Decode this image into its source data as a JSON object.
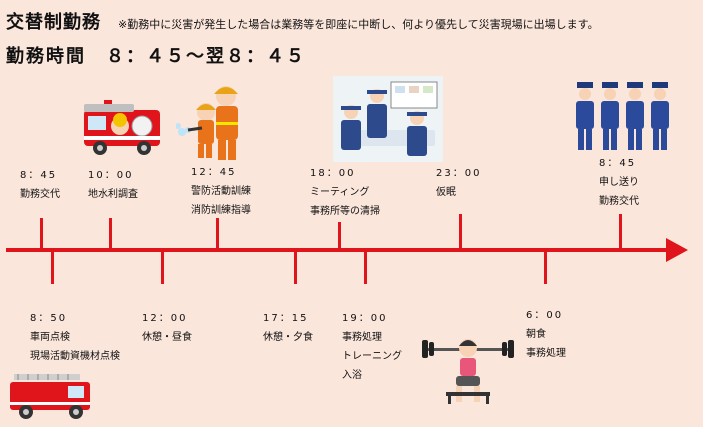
{
  "header": {
    "title": "交替制勤務",
    "note": "※勤務中に災害が発生した場合は業務等を即座に中断し、何より優先して災害現場に出場します。",
    "hours": "勤務時間　８：４５～翌８：４５"
  },
  "timeline": {
    "line_color": "#e0141b",
    "above": [
      {
        "time": "8：45",
        "lines": [
          "勤務交代"
        ]
      },
      {
        "time": "10：00",
        "lines": [
          "地水利調査"
        ]
      },
      {
        "time": "12：45",
        "lines": [
          "警防活動訓練",
          "消防訓練指導"
        ]
      },
      {
        "time": "18：00",
        "lines": [
          "ミーティング",
          "事務所等の清掃"
        ]
      },
      {
        "time": "23：00",
        "lines": [
          "仮眠"
        ]
      },
      {
        "time": "8：45",
        "lines": [
          "申し送り",
          "勤務交代"
        ]
      }
    ],
    "below": [
      {
        "time": "8：50",
        "lines": [
          "車両点検",
          "現場活動資機材点検"
        ]
      },
      {
        "time": "12：00",
        "lines": [
          "休憩・昼食"
        ]
      },
      {
        "time": "17：15",
        "lines": [
          "休憩・夕食"
        ]
      },
      {
        "time": "19：00",
        "lines": [
          "事務処理",
          "トレーニング",
          "入浴"
        ]
      },
      {
        "time": "6：00",
        "lines": [
          "朝食",
          "事務処理"
        ]
      }
    ]
  },
  "illustrations": {
    "pump_truck": "fire-truck-illustration",
    "hose_training": "hose-training-illustration",
    "meeting": "meeting-illustration",
    "firefighters": "firefighters-lineup-illustration",
    "ladder_truck": "ladder-truck-illustration",
    "weightlifting": "weightlifting-illustration"
  }
}
